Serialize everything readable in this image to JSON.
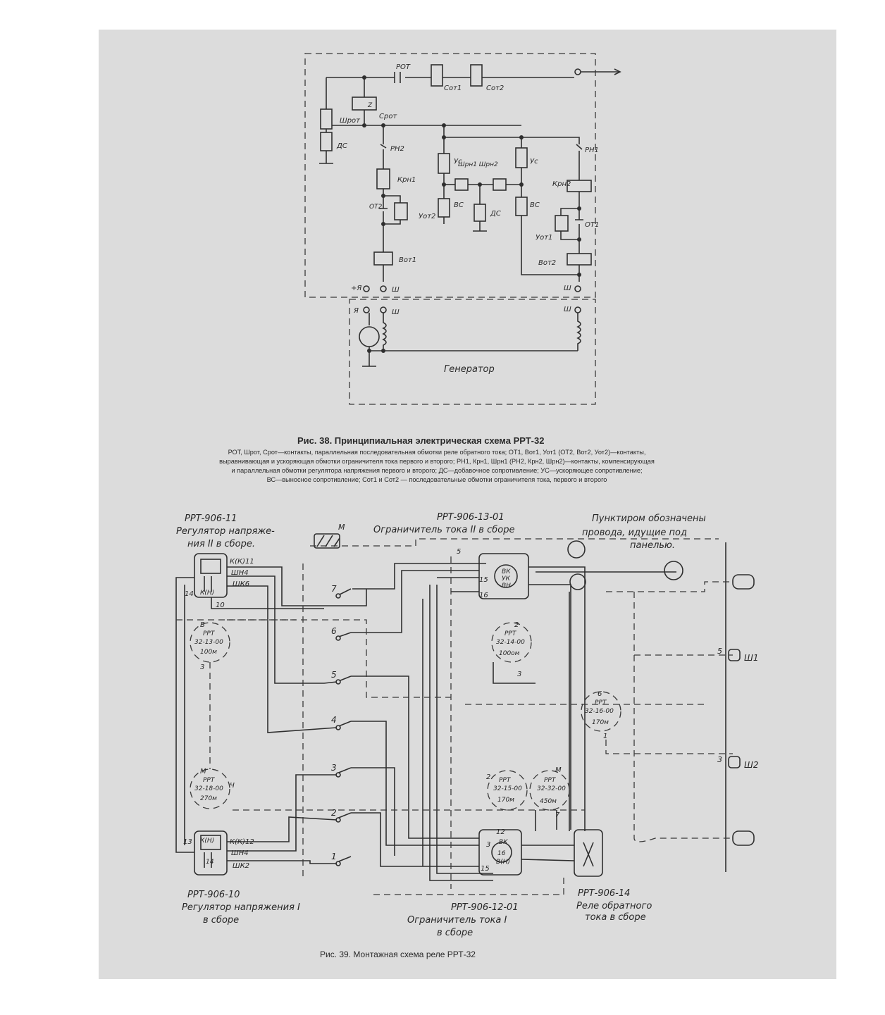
{
  "figure38": {
    "caption_title": "Рис. 38. Принципиальная электрическая схема РРТ-32",
    "caption_lines": [
      "РОТ, Шрот, Срот—контакты, параллельная последовательная обмотки реле обратного тока; ОТ1, Вот1, Уот1 (ОТ2, Вот2, Уот2)—контакты,",
      "выравнивающая и ускоряющая обмотки ограничителя тока первого и второго; РН1, Крн1, Шрн1 (РН2, Крн2, Шрн2)—контакты, компенсирующая",
      "и параллельная обмотки регулятора напряжения первого и второго; ДС—добавочное сопротивление; УС—ускоряющее сопротивление;",
      "ВС—выносное сопротивление; Сот1 и Сот2 — последовательные обмотки ограничителя тока, первого и второго"
    ],
    "labels": {
      "rot": "РОТ",
      "sot1": "Сот1",
      "sot2": "Сот2",
      "srot": "Срот",
      "shrot": "Шрот",
      "ds": "ДС",
      "ds2": "ДС",
      "rn2": "РН2",
      "rn1": "РН1",
      "krn1": "Крн1",
      "krn2": "Крн2",
      "us1": "Ус",
      "us2": "Ус",
      "shrn": "Шрн1 Шрн2",
      "ot2": "ОТ2",
      "ot1": "ОТ1",
      "uot2": "Уот2",
      "uot1": "Уот1",
      "vs1": "ВС",
      "vs2": "ВС",
      "vot1": "Вот1",
      "vot2": "Вот2",
      "plus_ya": "+Я",
      "sh1": "Ш",
      "sh2": "Ш",
      "ya": "Я",
      "sh3": "Ш",
      "sh4": "Ш",
      "generator": "Генератор",
      "z": "Z"
    }
  },
  "figure39": {
    "caption_title": "Рис. 39. Монтажная схема реле РРТ-32",
    "labels": {
      "reg2_code": "РРТ-906-11",
      "reg2_name": "Регулятор напряже-",
      "reg2_name2": "ния II в сборе.",
      "lim2_code": "РРТ-906-13-01",
      "lim2_name": "Ограничитель тока II в сборе",
      "note1": "Пунктиром обозначены",
      "note2": "провода, идущие под",
      "note3": "панелью.",
      "m_top": "М",
      "reg1_code": "РРТ-906-10",
      "reg1_name": "Регулятор напряжения I",
      "reg1_name2": "в сборе",
      "lim1_code": "РРТ-906-12-01",
      "lim1_name": "Ограничитель тока I",
      "lim1_name2": "в сборе",
      "rot_code": "РРТ-906-14",
      "rot_name": "Реле обратного",
      "rot_name2": "тока в сборе",
      "sh1": "Ш1",
      "sh2": "Ш2",
      "sh1_pin": "5",
      "sh2_pin": "3",
      "r1_code": "РРТ",
      "r1_code2": "32-13-00",
      "r1_val": "100м",
      "r1_pinB": "В",
      "r1_pin3": "3",
      "r2_code": "РРТ",
      "r2_code2": "32-18-00",
      "r2_val": "270м",
      "r2_pinM": "М",
      "r2_pin4": "Ч",
      "r3_code": "РРТ",
      "r3_code2": "32-14-00",
      "r3_val": "100ом",
      "r3_pin2": "2",
      "r3_pin3": "3",
      "r4_code": "РРТ",
      "r4_code2": "32-16-00",
      "r4_val": "170м",
      "r4_pin6": "6",
      "r4_pin1": "1",
      "r5_code": "РРТ",
      "r5_code2": "32-15-00",
      "r5_val": "170м",
      "r5_pin2": "2",
      "r6_code": "РРТ",
      "r6_code2": "32-32-00",
      "r6_val": "450м",
      "r6_pinM": "М",
      "r6_pin7": "7",
      "t7": "7",
      "t6": "6",
      "t5": "5",
      "t4": "4",
      "t3": "3",
      "t2": "2",
      "t1": "1",
      "reg2_k": "К(К)11",
      "reg2_shn4": "ШН4",
      "reg2_shk6": "ШК6",
      "reg2_14": "14",
      "reg2_kn": "К(Н)",
      "reg2_10": "10",
      "reg1_13": "13",
      "reg1_kn": "К(Н)",
      "reg1_k": "К(К)12",
      "reg1_shn4": "ШН4",
      "reg1_shk2": "ШК2",
      "reg1_14": "14",
      "lim2_5": "5",
      "lim2_vk": "ВК",
      "lim2_uk": "УК",
      "lim2_vn": "ВН",
      "lim2_15": "15",
      "lim2_16": "16",
      "lim1_12": "12",
      "lim1_vk": "ВК",
      "lim1_3": "3",
      "lim1_16": "16",
      "lim1_vn": "В(Н)",
      "lim1_15": "15"
    }
  }
}
